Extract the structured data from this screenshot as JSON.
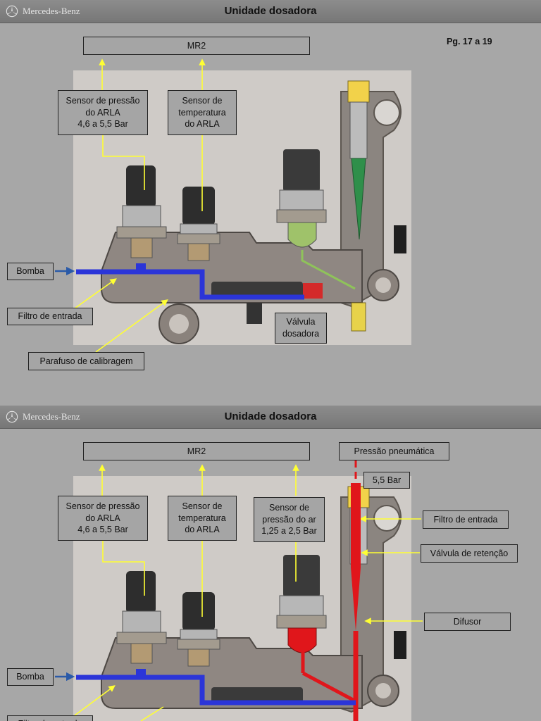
{
  "brand": "Mercedes-Benz",
  "slide1": {
    "title": "Unidade dosadora",
    "page": "Pg. 17 a 19",
    "mr2": "MR2",
    "sensor_pressao": "Sensor de pressão\ndo ARLA\n4,6 a 5,5 Bar",
    "sensor_temp": "Sensor de\ntemperatura\ndo ARLA",
    "bomba": "Bomba",
    "filtro": "Filtro de entrada",
    "parafuso": "Parafuso de calibragem",
    "valvula": "Válvula\ndosadora"
  },
  "slide2": {
    "title": "Unidade dosadora",
    "mr2": "MR2",
    "pressao_pneumatica": "Pressão pneumática",
    "bar55": "5,5 Bar",
    "sensor_pressao": "Sensor de pressão\ndo ARLA\n4,6 a 5,5 Bar",
    "sensor_temp": "Sensor de\ntemperatura\ndo ARLA",
    "sensor_ar": "Sensor de\npressão do ar\n1,25 a 2,5 Bar",
    "filtro_entrada": "Filtro de entrada",
    "valvula_retencao": "Válvula de retenção",
    "difusor": "Difusor",
    "bomba": "Bomba",
    "filtro": "Filtro de entrada"
  },
  "colors": {
    "arla_line": "#2b35d8",
    "air_line": "#e0161b",
    "pointer": "#ffff33",
    "arrow_blue": "#2a5aa8"
  }
}
